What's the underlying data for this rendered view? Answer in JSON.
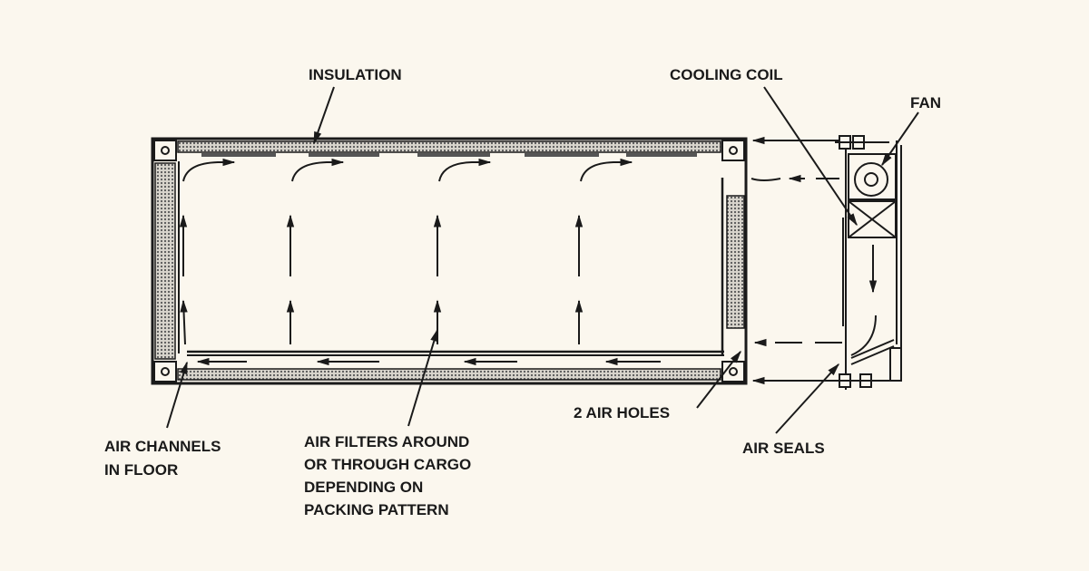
{
  "labels": {
    "insulation": "INSULATION",
    "cooling_coil": "COOLING COIL",
    "fan": "FAN",
    "air_holes": "2 AIR HOLES",
    "air_seals": "AIR SEALS",
    "air_channels": [
      "AIR CHANNELS",
      "IN FLOOR"
    ],
    "air_filters": [
      "AIR FILTERS AROUND",
      "OR THROUGH CARGO",
      "DEPENDING ON",
      "PACKING PATTERN"
    ]
  },
  "colors": {
    "background": "#fbf7ee",
    "ink": "#1a1a1a"
  }
}
